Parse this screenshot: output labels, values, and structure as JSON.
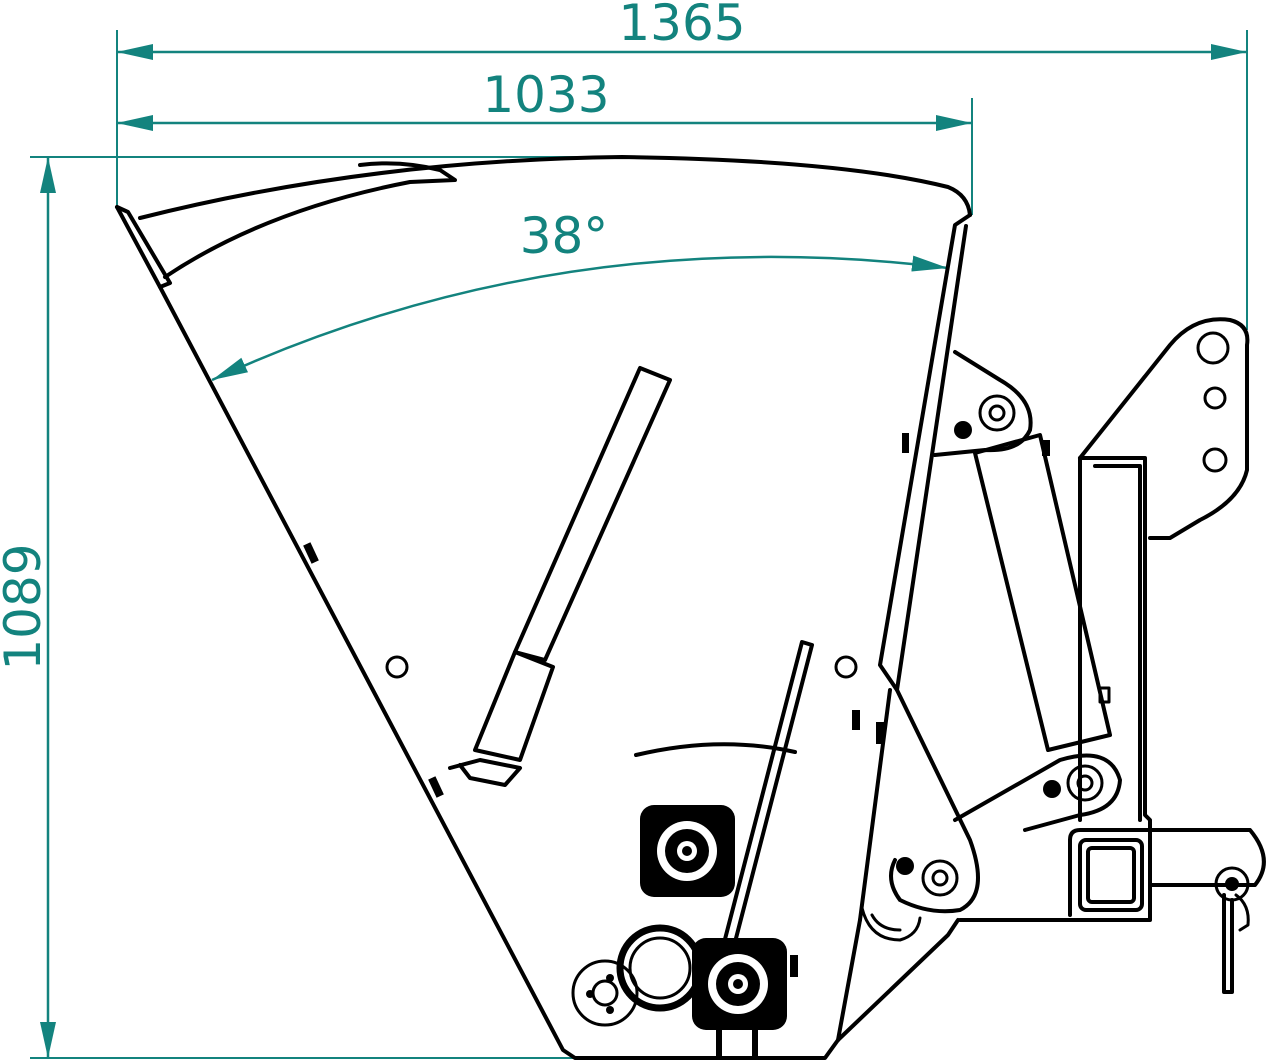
{
  "dimensions": {
    "overall_width": "1365",
    "bucket_width": "1033",
    "height": "1089",
    "opening_angle": "38°"
  },
  "colors": {
    "dimension": "#13837e",
    "outline": "#000000"
  }
}
